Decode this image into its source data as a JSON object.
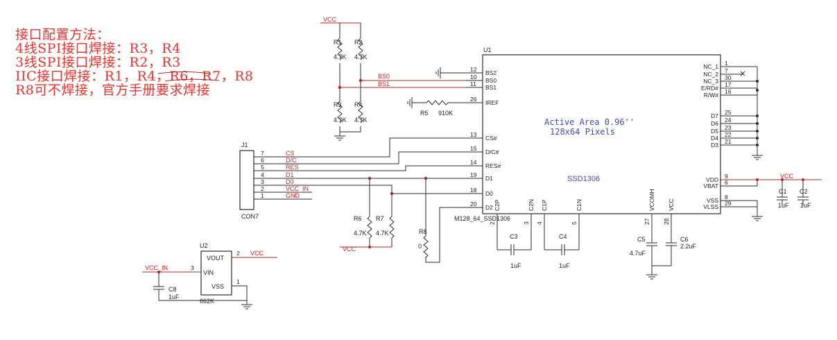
{
  "notes": {
    "title": "接口配置方法：",
    "line1": "4线SPI接口焊接：R3，R4",
    "line2": "3线SPI接口焊接：R2，R3",
    "line3": "IIC接口焊接：R1，R4，R6，R7，R8",
    "line4": "R8可不焊接，官方手册要求焊接"
  },
  "u1": {
    "ref": "U1",
    "part": "SSD1306",
    "footprint": "M128_64_SSD1306",
    "active_area": "Active Area 0.96''",
    "pixels": "128x64 Pixels",
    "left_pins": [
      {
        "num": "12",
        "name": "BS2"
      },
      {
        "num": "10",
        "name": "BS0"
      },
      {
        "num": "11",
        "name": "BS1"
      },
      {
        "num": "26",
        "name": "IREF"
      },
      {
        "num": "13",
        "name": "CS#"
      },
      {
        "num": "15",
        "name": "D/C#"
      },
      {
        "num": "14",
        "name": "RES#"
      },
      {
        "num": "19",
        "name": "D1"
      },
      {
        "num": "18",
        "name": "D0"
      },
      {
        "num": "20",
        "name": "D2"
      }
    ],
    "right_pins": [
      {
        "num": "1",
        "name": "NC_1"
      },
      {
        "num": "7",
        "name": "NC_2"
      },
      {
        "num": "30",
        "name": "NC_3"
      },
      {
        "num": "17",
        "name": "E/RD#"
      },
      {
        "num": "16",
        "name": "R/W#"
      },
      {
        "num": "25",
        "name": "D7"
      },
      {
        "num": "24",
        "name": "D6"
      },
      {
        "num": "23",
        "name": "D5"
      },
      {
        "num": "22",
        "name": "D4"
      },
      {
        "num": "21",
        "name": "D3"
      },
      {
        "num": "9",
        "name": "VDD"
      },
      {
        "num": "6",
        "name": "VBAT"
      },
      {
        "num": "8",
        "name": "VSS"
      },
      {
        "num": "29",
        "name": "VLSS"
      }
    ],
    "bottom_pins": [
      {
        "num": "2",
        "name": "C2P"
      },
      {
        "num": "3",
        "name": "C2N"
      },
      {
        "num": "4",
        "name": "C1P"
      },
      {
        "num": "5",
        "name": "C1N"
      },
      {
        "num": "27",
        "name": "VCOMH"
      },
      {
        "num": "28",
        "name": "VCC"
      }
    ]
  },
  "j1": {
    "ref": "J1",
    "part": "CON7",
    "pins": [
      {
        "num": "7",
        "net": "CS"
      },
      {
        "num": "6",
        "net": "D/C"
      },
      {
        "num": "5",
        "net": "RES"
      },
      {
        "num": "4",
        "net": "D1"
      },
      {
        "num": "3",
        "net": "D0"
      },
      {
        "num": "2",
        "net": "VCC_IN"
      },
      {
        "num": "1",
        "net": "GND"
      }
    ]
  },
  "u2": {
    "ref": "U2",
    "part": "662K",
    "vout": "VOUT",
    "vin": "VIN",
    "vss": "VSS",
    "pin_vout": "2",
    "pin_vin": "3",
    "pin_vss": "1",
    "out_net": "VCC",
    "in_net": "VCC_IN"
  },
  "nets": {
    "vcc": "VCC",
    "bs0": "BS0",
    "bs1": "BS1",
    "vcc_in": "VCC_IN"
  },
  "resistors": {
    "r1": "R1",
    "r2": "R2",
    "r3": "R3",
    "r4": "R4",
    "r5": "R5",
    "r6": "R6",
    "r7": "R7",
    "r8": "R8",
    "v47k": "4.7K",
    "v47k_b": "4.7K",
    "v910k": "910K",
    "v0": "0"
  },
  "capacitors": {
    "c1": "C1",
    "c2": "C2",
    "c3": "C3",
    "c4": "C4",
    "c5": "C5",
    "c6": "C6",
    "c8": "C8",
    "v1uf": "1uF",
    "v47uf": "4.7uF",
    "v22uf": "2.2uF"
  }
}
